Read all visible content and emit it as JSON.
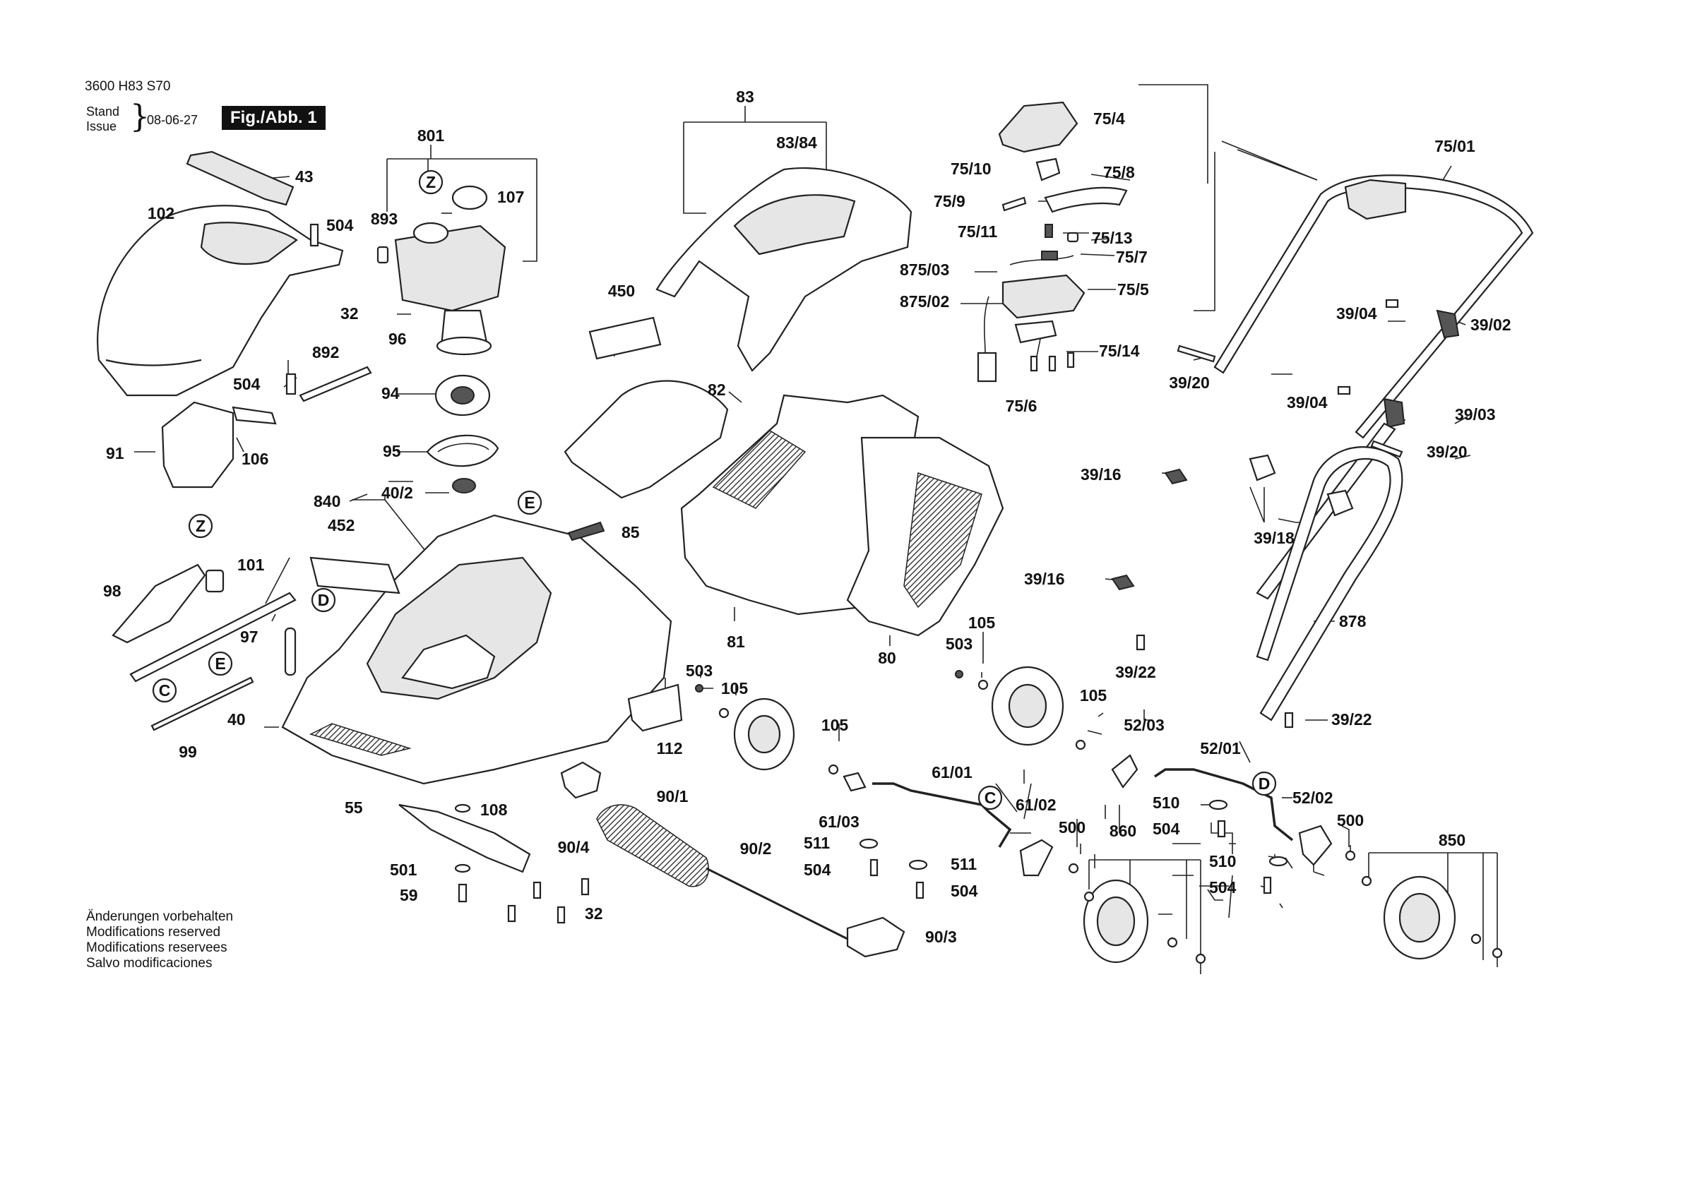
{
  "header": {
    "doc_number": "3600 H83 S70",
    "stand_label": "Stand",
    "issue_label": "Issue",
    "issue_date": "08-06-27",
    "figure_label": "Fig./Abb. 1"
  },
  "notes": [
    "Änderungen vorbehalten",
    "Modifications reserved",
    "Modifications reservees",
    "Salvo modificaciones"
  ],
  "part_labels": {
    "p83": "83",
    "p83_84": "83/84",
    "p801": "801",
    "p43": "43",
    "p102": "102",
    "p893": "893",
    "p107": "107",
    "p504": "504",
    "p32": "32",
    "p96": "96",
    "p892": "892",
    "p94": "94",
    "p91": "91",
    "p106": "106",
    "p95": "95",
    "p840": "840",
    "p40_2": "40/2",
    "p452": "452",
    "p85": "85",
    "p450": "450",
    "p82": "82",
    "p81": "81",
    "p80": "80",
    "p98": "98",
    "p101": "101",
    "p97": "97",
    "p99": "99",
    "p40": "40",
    "p112": "112",
    "p503": "503",
    "p105": "105",
    "p55": "55",
    "p108": "108",
    "p90_1": "90/1",
    "p90_4": "90/4",
    "p90_2": "90/2",
    "p90_3": "90/3",
    "p501": "501",
    "p59": "59",
    "p511": "511",
    "p61_01": "61/01",
    "p61_02": "61/02",
    "p61_03": "61/03",
    "p500": "500",
    "p860": "860",
    "p510": "510",
    "p52_03": "52/03",
    "p52_01": "52/01",
    "p52_02": "52/02",
    "p850": "850",
    "p75_4": "75/4",
    "p75_10": "75/10",
    "p75_8": "75/8",
    "p75_9": "75/9",
    "p75_11": "75/11",
    "p75_13": "75/13",
    "p875_03": "875/03",
    "p75_7": "75/7",
    "p875_02": "875/02",
    "p75_5": "75/5",
    "p75_14": "75/14",
    "p75_6": "75/6",
    "p75_01": "75/01",
    "p39_04": "39/04",
    "p39_02": "39/02",
    "p39_20": "39/20",
    "p39_03": "39/03",
    "p39_16": "39/16",
    "p39_18": "39/18",
    "p878": "878",
    "p39_22": "39/22"
  },
  "reference_markers": {
    "z": "Z",
    "e": "E",
    "d": "D",
    "c": "C"
  }
}
